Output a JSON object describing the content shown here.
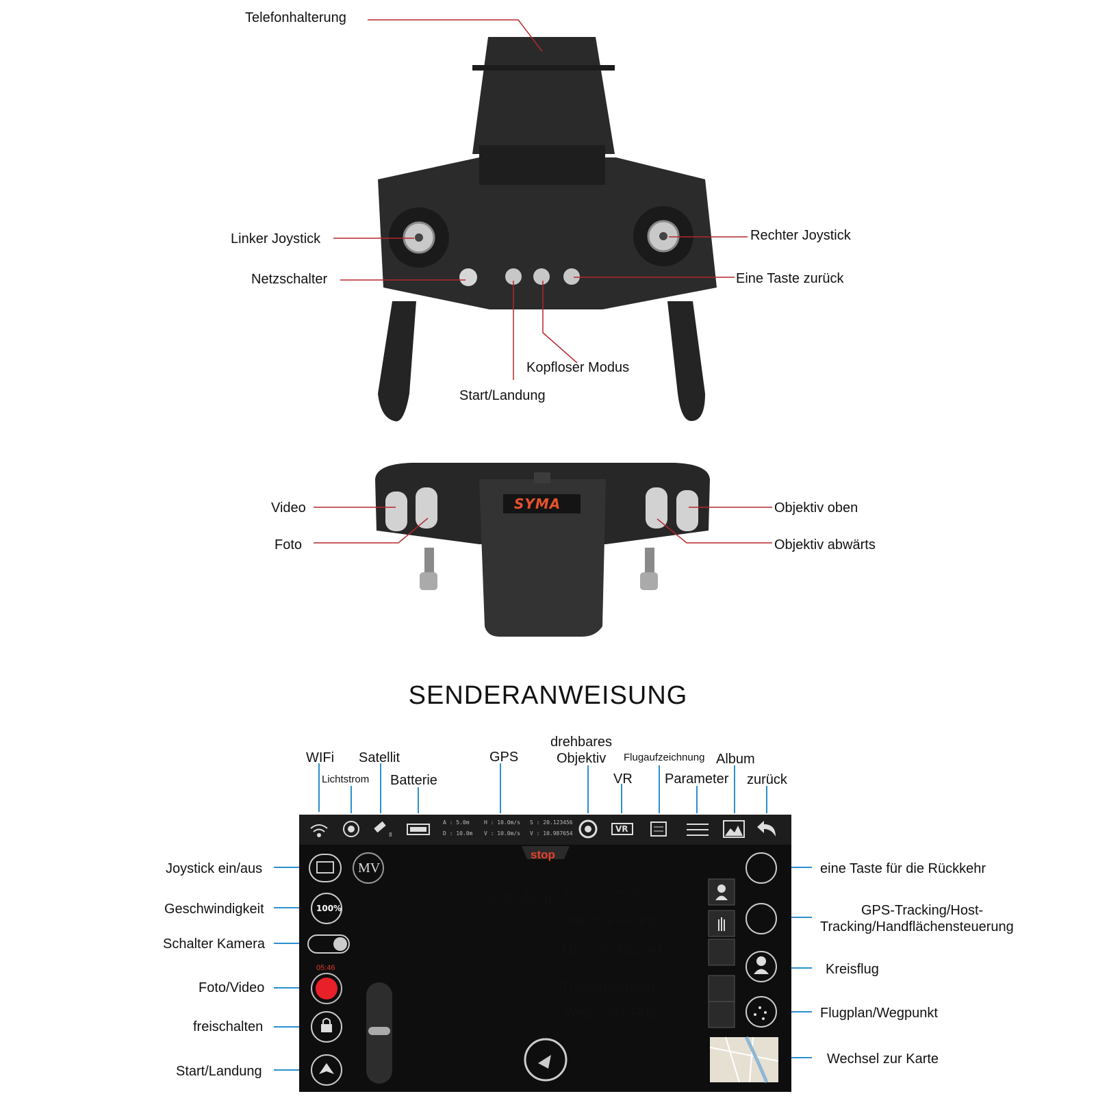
{
  "brand": "SYMA",
  "top_labels": {
    "phone_holder": "Telefonhalterung",
    "left_joystick": "Linker Joystick",
    "right_joystick": "Rechter Joystick",
    "power_switch": "Netzschalter",
    "one_key_return": "Eine Taste zurück",
    "headless_mode": "Kopfloser Modus",
    "takeoff_landing": "Start/Landung"
  },
  "mid_labels": {
    "video": "Video",
    "photo": "Foto",
    "lens_up": "Objektiv oben",
    "lens_down": "Objektiv abwärts"
  },
  "section_title": "SENDERANWEISUNG",
  "toolbar_labels": {
    "wifi": "WIFi",
    "light_flow": "Lichtstrom",
    "satellite": "Satellit",
    "battery": "Batterie",
    "gps": "GPS",
    "rotatable_lens_1": "drehbares",
    "rotatable_lens_2": "Objektiv",
    "vr": "VR",
    "flight_record": "Flugaufzeichnung",
    "parameter": "Parameter",
    "album": "Album",
    "back": "zurück"
  },
  "left_labels": {
    "joystick_toggle": "Joystick ein/aus",
    "speed": "Geschwindigkeit",
    "camera_switch": "Schalter Kamera",
    "photo_video": "Foto/Video",
    "unlock": "freischalten",
    "takeoff_landing": "Start/Landung"
  },
  "center_labels": {
    "emergency_landing": "Notlandung",
    "human_follow": "Menschenverfolgung",
    "hand_control": "Handsteuerung",
    "gps_follow": "GPS-Verfolgung",
    "trajectory_flight": "Trajektorienflug",
    "waypoint_flight": "Wegpunkt-Flug"
  },
  "right_labels": {
    "return_key": "eine Taste für die Rückkehr",
    "gps_tracking_1": "GPS-Tracking/Host-",
    "gps_tracking_2": "Tracking/Handflächensteuerung",
    "circle_flight": "Kreisflug",
    "flight_plan": "Flugplan/Wegpunkt",
    "map_switch": "Wechsel zur Karte"
  },
  "screen": {
    "stat_a": "A : 5.0m",
    "stat_d": "D : 10.0m",
    "stat_h": "H : 10.0m/s",
    "stat_v": "V : 10.0m/s",
    "stat_s": "S : 20.123456",
    "stat_v2": "V : 10.987654",
    "satellite_count": "8",
    "timer": "05:46",
    "stop": "stop",
    "speed": "100%",
    "mv": "MV",
    "vr": "VR"
  },
  "colors": {
    "red_leader": "#b5262b",
    "blue_leader": "#2a8fcf",
    "record_red": "#e8202a",
    "stop_red": "#e8412c"
  }
}
